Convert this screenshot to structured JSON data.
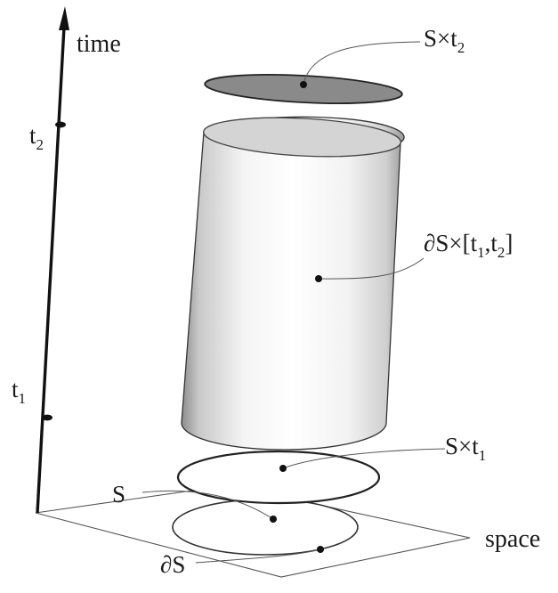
{
  "axes": {
    "time_label": "time",
    "space_label": "space",
    "tick_t2": {
      "main": "t",
      "sub": "2"
    },
    "tick_t1": {
      "main": "t",
      "sub": "1"
    }
  },
  "labels": {
    "top_slice": {
      "main": "S×t",
      "sub": "2"
    },
    "side_surface": {
      "p1": "∂S×[t",
      "sub1": "1",
      "p2": ",t",
      "sub2": "2",
      "p3": "]"
    },
    "bottom_slice": {
      "main": "S×t",
      "sub": "1"
    },
    "region": "S",
    "boundary": "∂S"
  },
  "colors": {
    "ink": "#1a1a1a",
    "top_disc": "#8a8a8a",
    "cylinder_top": "#d4d4d4"
  }
}
